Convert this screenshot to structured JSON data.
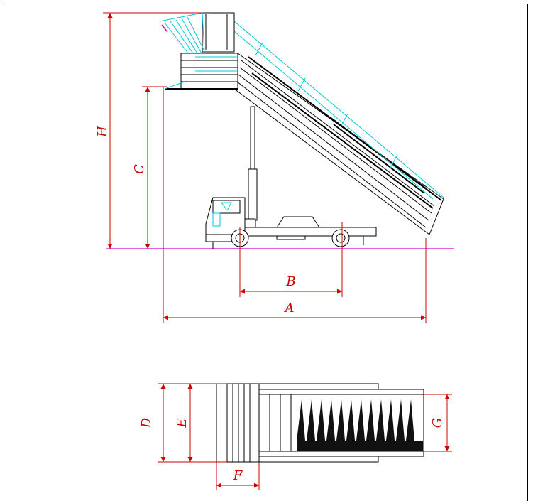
{
  "labels": {
    "H": "H",
    "C": "C",
    "B": "B",
    "A": "A",
    "D": "D",
    "E": "E",
    "F": "F",
    "G": "G"
  },
  "colors": {
    "dimension": "#d00000",
    "ground": "#d000d0",
    "stair_rail": "#00c8d8",
    "outline": "#000000"
  }
}
